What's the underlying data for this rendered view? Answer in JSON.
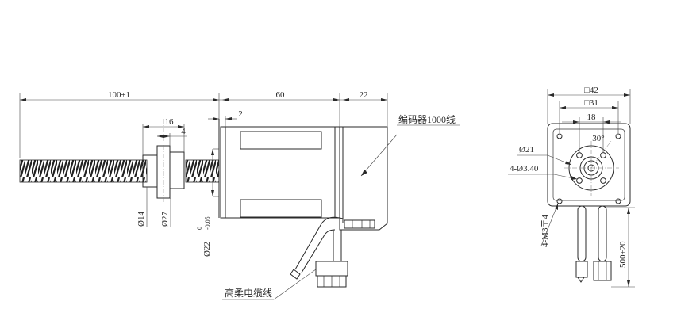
{
  "side_view": {
    "dims": {
      "screw_length": "100±1",
      "body_length": "60",
      "encoder_length": "22",
      "flange_thickness": "2",
      "nut_width": "16",
      "nut_flange": "4",
      "dia_14": "Ø14",
      "dia_27": "Ø27",
      "dia_22": "Ø22",
      "tol_upper": "0",
      "tol_lower": "-0.05"
    },
    "labels": {
      "encoder": "编码器1000线",
      "cable": "高柔电缆线"
    }
  },
  "front_view": {
    "dims": {
      "square_42": "□42",
      "square_31": "□31",
      "width_18": "18",
      "angle_30": "30°",
      "dia_21": "Ø21",
      "holes": "4-Ø3.40",
      "mount_holes": "4-M3〒4",
      "cable_length": "500±20"
    }
  }
}
